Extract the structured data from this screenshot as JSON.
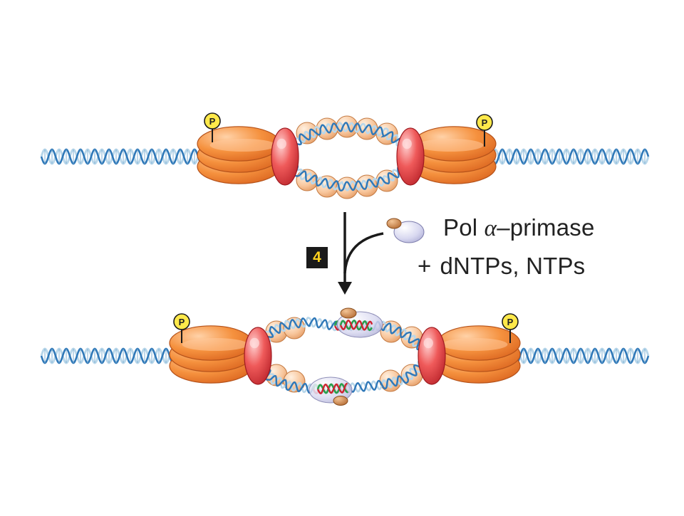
{
  "step": {
    "number": "4"
  },
  "reagent": {
    "line1_prefix": "Pol ",
    "alpha": "α",
    "line1_suffix": "–primase",
    "line2_plus": "+",
    "line2_text": "dNTPs, NTPs"
  },
  "phospho_label": "P",
  "colors": {
    "dna_a": "#2f78b8",
    "dna_b": "#b9d7ea",
    "mcm": "#f07e28",
    "mcm_light": "#ffc89a",
    "ring": "#e23b3b",
    "nucleosome": "#f7b98a",
    "primase": "#d2d2ee",
    "primase_cap": "#c07a3d",
    "primer_red": "#cf2230",
    "primer_green": "#27a04d",
    "phospho": "#ffe94a"
  }
}
